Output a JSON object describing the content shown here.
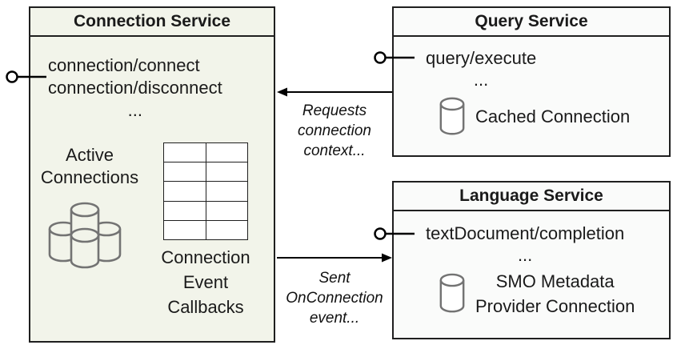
{
  "colors": {
    "connection_box_fill": "#f2f4ea",
    "service_box_fill": "#fafbfa",
    "border": "#1f1f1f",
    "cylinder_stroke": "#737373",
    "arrow": "#000000"
  },
  "icons": {
    "database_icon": "cylinder",
    "database_cluster_icon": "four-cylinders",
    "interface_lollipop_icon": "circle-with-line",
    "arrow_left_icon": "solid-left-arrowhead",
    "arrow_right_icon": "solid-right-arrowhead"
  },
  "connection_service": {
    "title": "Connection Service",
    "method_1": "connection/connect",
    "method_2": "connection/disconnect",
    "ellipsis": "...",
    "active_connections": {
      "line_1": "Active",
      "line_2": "Connections"
    },
    "callback_table": {
      "rows": 5,
      "cols": 2
    },
    "callbacks": {
      "line_1": "Connection",
      "line_2": "Event",
      "line_3": "Callbacks"
    }
  },
  "query_service": {
    "title": "Query Service",
    "method_1": "query/execute",
    "ellipsis": "...",
    "cached_connection_label": "Cached Connection"
  },
  "language_service": {
    "title": "Language Service",
    "method_1": "textDocument/completion",
    "ellipsis": "...",
    "smo": {
      "line_1": "SMO Metadata",
      "line_2": "Provider Connection"
    }
  },
  "arrows": {
    "requests_context": {
      "line_1": "Requests",
      "line_2": "connection",
      "line_3": "context..."
    },
    "sent_event": {
      "line_1": "Sent",
      "line_2": "OnConnection",
      "line_3": "event..."
    }
  }
}
